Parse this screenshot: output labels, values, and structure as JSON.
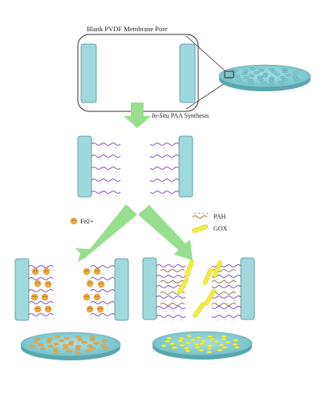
{
  "labels": {
    "title": "Blank PVDF Membrane Pore",
    "synthesis_italic": "In-Situ",
    "synthesis_rest": " PAA Synthesis",
    "fe": "Fe2+",
    "pah": "PAH",
    "gox": "GOX"
  },
  "colors": {
    "wall": "#9fd9de",
    "wall_stroke": "#4c8f97",
    "arrow": "#97de8e",
    "paa": "#8a55b8",
    "pah": "#9a7a3f",
    "fe": "#f1a93f",
    "gox": "#f2ee3c"
  }
}
